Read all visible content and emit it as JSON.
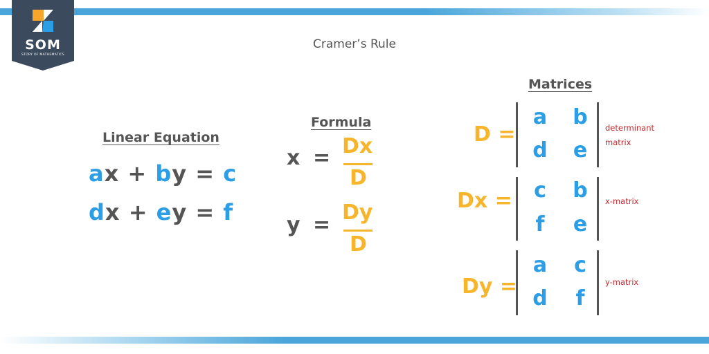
{
  "logo": {
    "name": "SOM",
    "tagline": "STORY OF MATHEMATICS"
  },
  "title": "Cramer’s Rule",
  "linear": {
    "heading": "Linear Equation",
    "eq1": {
      "a": "a",
      "x": "x + ",
      "b": "b",
      "y": "y = ",
      "c": "c"
    },
    "eq2": {
      "d": "d",
      "x": "x + ",
      "e": "e",
      "y": "y = ",
      "f": "f"
    }
  },
  "formula": {
    "heading": "Formula",
    "x": {
      "var": "x",
      "eq": "=",
      "num": "Dx",
      "den": "D"
    },
    "y": {
      "var": "y",
      "eq": "=",
      "num": "Dy",
      "den": "D"
    }
  },
  "matrices": {
    "heading": "Matrices",
    "items": [
      {
        "name": "D =",
        "cells": [
          "a",
          "b",
          "d",
          "e"
        ],
        "label1": "determinant",
        "label2": "matrix"
      },
      {
        "name": "Dx =",
        "cells": [
          "c",
          "b",
          "f",
          "e"
        ],
        "label1": "x-matrix",
        "label2": ""
      },
      {
        "name": "Dy =",
        "cells": [
          "a",
          "c",
          "d",
          "f"
        ],
        "label1": "y-matrix",
        "label2": ""
      }
    ]
  },
  "colors": {
    "blue": "#2c9ee6",
    "orange": "#f7b52b",
    "gray": "#555555",
    "red": "#c0282d",
    "logo_bg": "#3b4a5c"
  }
}
